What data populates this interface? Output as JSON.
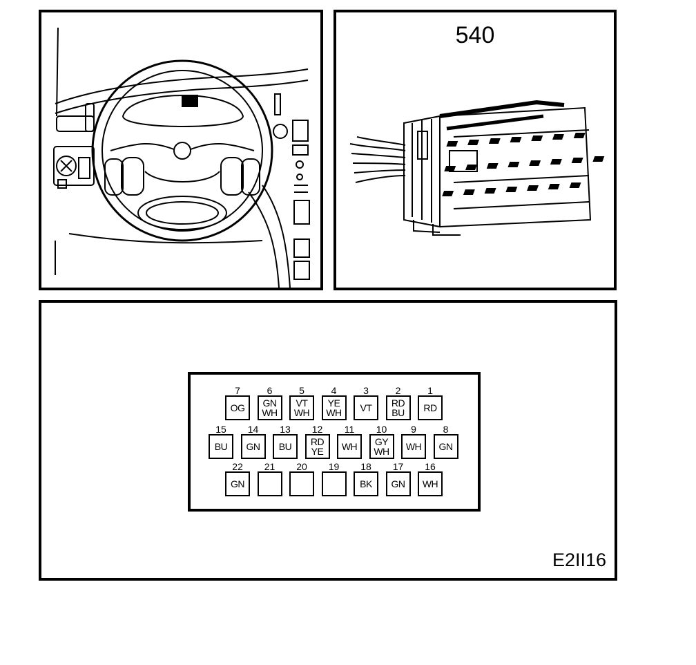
{
  "connector": {
    "label": "540"
  },
  "diagram_code": "E2II16",
  "pinout": {
    "rows": [
      [
        {
          "num": "7",
          "colors": [
            "OG"
          ]
        },
        {
          "num": "6",
          "colors": [
            "GN",
            "WH"
          ]
        },
        {
          "num": "5",
          "colors": [
            "VT",
            "WH"
          ]
        },
        {
          "num": "4",
          "colors": [
            "YE",
            "WH"
          ]
        },
        {
          "num": "3",
          "colors": [
            "VT"
          ]
        },
        {
          "num": "2",
          "colors": [
            "RD",
            "BU"
          ]
        },
        {
          "num": "1",
          "colors": [
            "RD"
          ]
        }
      ],
      [
        {
          "num": "15",
          "colors": [
            "BU"
          ]
        },
        {
          "num": "14",
          "colors": [
            "GN"
          ]
        },
        {
          "num": "13",
          "colors": [
            "BU"
          ]
        },
        {
          "num": "12",
          "colors": [
            "RD",
            "YE"
          ]
        },
        {
          "num": "11",
          "colors": [
            "WH"
          ]
        },
        {
          "num": "10",
          "colors": [
            "GY",
            "WH"
          ]
        },
        {
          "num": "9",
          "colors": [
            "WH"
          ]
        },
        {
          "num": "8",
          "colors": [
            "GN"
          ]
        }
      ],
      [
        {
          "num": "22",
          "colors": [
            "GN"
          ]
        },
        {
          "num": "21",
          "colors": []
        },
        {
          "num": "20",
          "colors": []
        },
        {
          "num": "19",
          "colors": []
        },
        {
          "num": "18",
          "colors": [
            "BK"
          ]
        },
        {
          "num": "17",
          "colors": [
            "GN"
          ]
        },
        {
          "num": "16",
          "colors": [
            "WH"
          ]
        }
      ]
    ]
  }
}
